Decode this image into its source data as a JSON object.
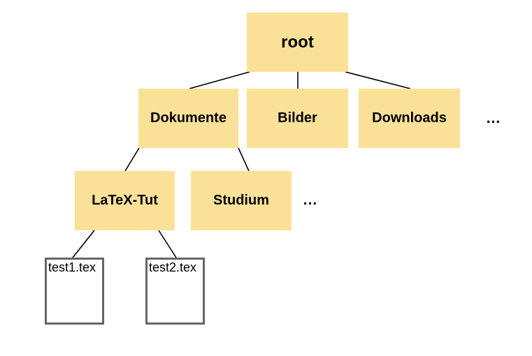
{
  "diagram": {
    "title": "file-system-tree",
    "nodes": {
      "root": {
        "label": "root",
        "type": "folder"
      },
      "dokumente": {
        "label": "Dokumente",
        "type": "folder"
      },
      "bilder": {
        "label": "Bilder",
        "type": "folder"
      },
      "downloads": {
        "label": "Downloads",
        "type": "folder"
      },
      "latex_tut": {
        "label": "LaTeX-Tut",
        "type": "folder"
      },
      "studium": {
        "label": "Studium",
        "type": "folder"
      },
      "test1": {
        "label": "test1.tex",
        "type": "file"
      },
      "test2": {
        "label": "test2.tex",
        "type": "file"
      }
    },
    "ellipsis": {
      "level1": "...",
      "level2": "..."
    },
    "edges": [
      "root-dokumente",
      "root-bilder",
      "root-downloads",
      "dokumente-latex_tut",
      "dokumente-studium",
      "latex_tut-test1",
      "latex_tut-test2"
    ],
    "colors": {
      "folder_fill": "#FBE198",
      "file_border": "#666666",
      "connector": "#000000",
      "text": "#000000",
      "background": "#ffffff"
    }
  }
}
